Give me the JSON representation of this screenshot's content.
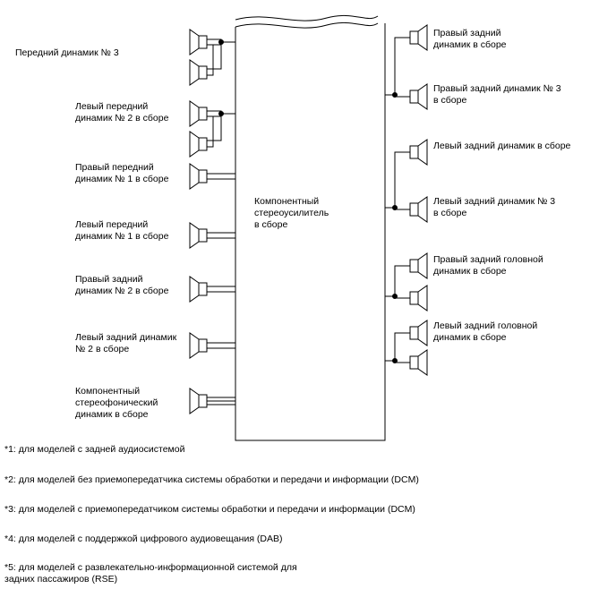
{
  "amplifier": {
    "label_lines": [
      "Компонентный",
      "стереоусилитель",
      "в сборе"
    ]
  },
  "left_speakers": [
    {
      "lines": [
        "Передний динамик № 3"
      ]
    },
    {
      "lines": [
        "Левый передний",
        "динамик № 2 в сборе"
      ]
    },
    {
      "lines": [
        "Правый передний",
        "динамик № 1 в сборе"
      ]
    },
    {
      "lines": [
        "Левый передний",
        "динамик № 1 в сборе"
      ]
    },
    {
      "lines": [
        "Правый задний",
        "динамик № 2 в сборе"
      ]
    },
    {
      "lines": [
        "Левый задний динамик",
        "№ 2 в сборе"
      ]
    },
    {
      "lines": [
        "Компонентный",
        "стереофонический",
        "динамик в сборе"
      ]
    }
  ],
  "right_speakers": [
    {
      "lines": [
        "Правый задний",
        "динамик в сборе"
      ]
    },
    {
      "lines": [
        "Правый задний динамик № 3",
        "в сборе"
      ]
    },
    {
      "lines": [
        "Левый задний динамик в сборе"
      ]
    },
    {
      "lines": [
        "Левый задний динамик № 3",
        "в сборе"
      ]
    },
    {
      "lines": [
        "Правый задний головной",
        "динамик в сборе"
      ]
    },
    {
      "lines": [
        "Левый задний головной",
        "динамик в сборе"
      ]
    }
  ],
  "footnotes": [
    "*1: для моделей с задней аудиосистемой",
    "*2: для моделей без приемопередатчика системы обработки и передачи и информации (DCM)",
    "*3: для моделей с приемопередатчиком системы обработки и передачи и информации (DCM)",
    "*4: для моделей с поддержкой цифрового аудиовещания (DAB)",
    "*5: для моделей с развлекательно-информационной системой для",
    "задних пассажиров (RSE)"
  ]
}
